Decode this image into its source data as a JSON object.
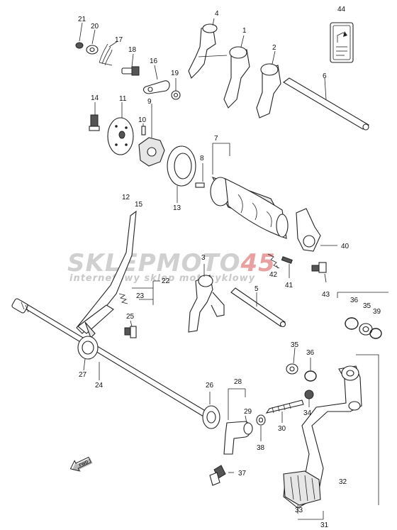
{
  "watermark": {
    "brand_left": "SKLEPMOTO",
    "brand_right": "45",
    "tagline": "internetowy sklep motocyklowy",
    "color_gray": "#d0d0d0",
    "color_red": "#e8a0a0"
  },
  "fwd_label": "FWD",
  "callouts": {
    "c1": "1",
    "c2": "2",
    "c3": "3",
    "c4": "4",
    "c5": "5",
    "c6": "6",
    "c7": "7",
    "c8": "8",
    "c9": "9",
    "c10": "10",
    "c11": "11",
    "c12": "12",
    "c13": "13",
    "c14": "14",
    "c15": "15",
    "c16": "16",
    "c17": "17",
    "c18": "18",
    "c19": "19",
    "c20": "20",
    "c21": "21",
    "c22": "22",
    "c23": "23",
    "c24": "24",
    "c25": "25",
    "c26": "26",
    "c27": "27",
    "c28": "28",
    "c29": "29",
    "c30": "30",
    "c31": "31",
    "c32": "32",
    "c33": "33",
    "c34": "34",
    "c35a": "35",
    "c35b": "35",
    "c36a": "36",
    "c36b": "36",
    "c37": "37",
    "c38": "38",
    "c39": "39",
    "c40": "40",
    "c41": "41",
    "c42": "42",
    "c43": "43",
    "c44": "44"
  }
}
